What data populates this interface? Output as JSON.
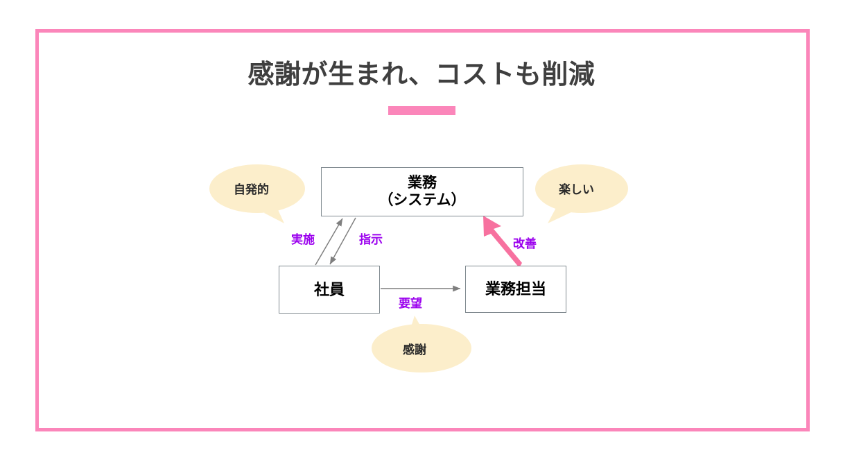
{
  "slide": {
    "title": "感謝が生まれ、コストも削減",
    "frame_color": "#fb86ba",
    "underline_color": "#fb86ba",
    "title_color": "#3f3f3f",
    "background": "#ffffff"
  },
  "diagram": {
    "type": "flow-diagram",
    "nodes": [
      {
        "id": "gyomu",
        "line1": "業務",
        "line2": "（システム）"
      },
      {
        "id": "shain",
        "line1": "社員"
      },
      {
        "id": "tantou",
        "line1": "業務担当"
      }
    ],
    "node_border_color": "#808a90",
    "edges": [
      {
        "id": "jisshi",
        "label": "実施",
        "from": "shain",
        "to": "gyomu",
        "color": "#7f7f7f",
        "style": "thin-arrow"
      },
      {
        "id": "shiji",
        "label": "指示",
        "from": "gyomu",
        "to": "shain",
        "color": "#7f7f7f",
        "style": "thin-arrow"
      },
      {
        "id": "youbou",
        "label": "要望",
        "from": "shain",
        "to": "tantou",
        "color": "#7f7f7f",
        "style": "thin-arrow"
      },
      {
        "id": "kaizen",
        "label": "改善",
        "from": "tantou",
        "to": "gyomu",
        "color": "#f7719f",
        "style": "thick-arrow"
      }
    ],
    "edge_label_color": "#9b00ee",
    "bubbles": [
      {
        "id": "jihatsu",
        "text": "自発的",
        "tail": "down-right"
      },
      {
        "id": "tanoshi",
        "text": "楽しい",
        "tail": "down-left"
      },
      {
        "id": "kansha",
        "text": "感謝",
        "tail": "up"
      }
    ],
    "bubble_fill": "#fceecb",
    "bubble_text_color": "#2b2b2b"
  }
}
